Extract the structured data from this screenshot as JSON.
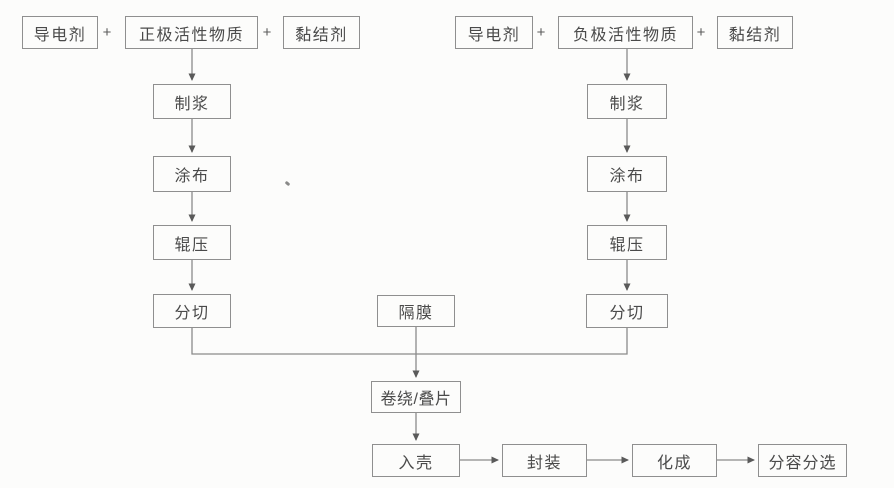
{
  "colors": {
    "box_border": "#8f8f8f",
    "text": "#4a4a4a",
    "line": "#8a8a8a",
    "background": "#fcfcfb"
  },
  "flowchart": {
    "plus": "+",
    "cathode_branch": {
      "inputs": [
        "导电剂",
        "正极活性物质",
        "黏结剂"
      ],
      "steps": [
        "制浆",
        "涂布",
        "辊压",
        "分切"
      ]
    },
    "anode_branch": {
      "inputs": [
        "导电剂",
        "负极活性物质",
        "黏结剂"
      ],
      "steps": [
        "制浆",
        "涂布",
        "辊压",
        "分切"
      ]
    },
    "separator": "隔膜",
    "assembly": "卷绕/叠片",
    "packaging_steps": [
      "入壳",
      "封装",
      "化成",
      "分容分选"
    ]
  }
}
